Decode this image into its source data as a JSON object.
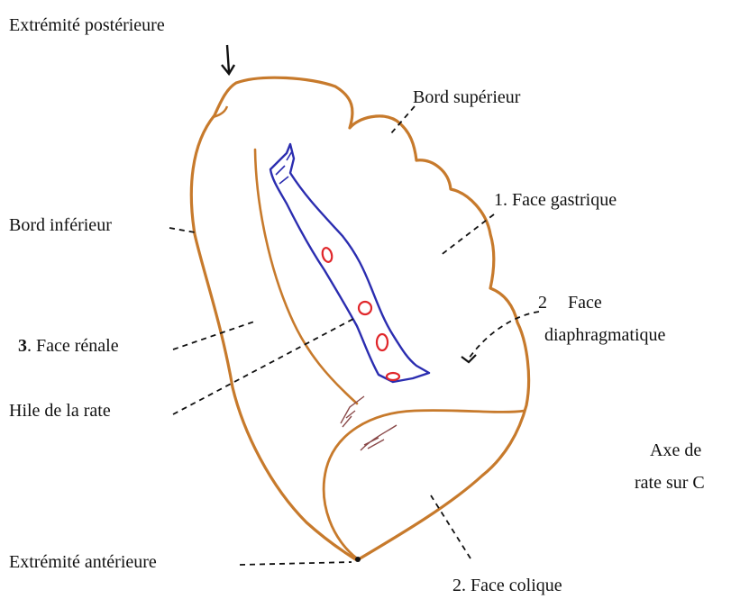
{
  "labels": {
    "extremite_posterieure": "Extrémité postérieure",
    "bord_superieur": "Bord supérieur",
    "face_gastrique": "1. Face gastrique",
    "bord_inferieur": "Bord inférieur",
    "face_diaphragmatique_num": "2",
    "face_diaphragmatique_1": "Face",
    "face_diaphragmatique_2": "diaphragmatique",
    "face_renale_num": "3",
    "face_renale": ". Face rénale",
    "hile": "Hile de la rate",
    "axe_1": "Axe de",
    "axe_2": "rate sur C",
    "extremite_anterieure": "Extrémité antérieure",
    "face_colique": "2. Face colique"
  },
  "colors": {
    "outline": "#c77a2c",
    "hilum": "#2b2db0",
    "vessels": "#e0262a",
    "leader": "#111111",
    "text": "#111111"
  }
}
